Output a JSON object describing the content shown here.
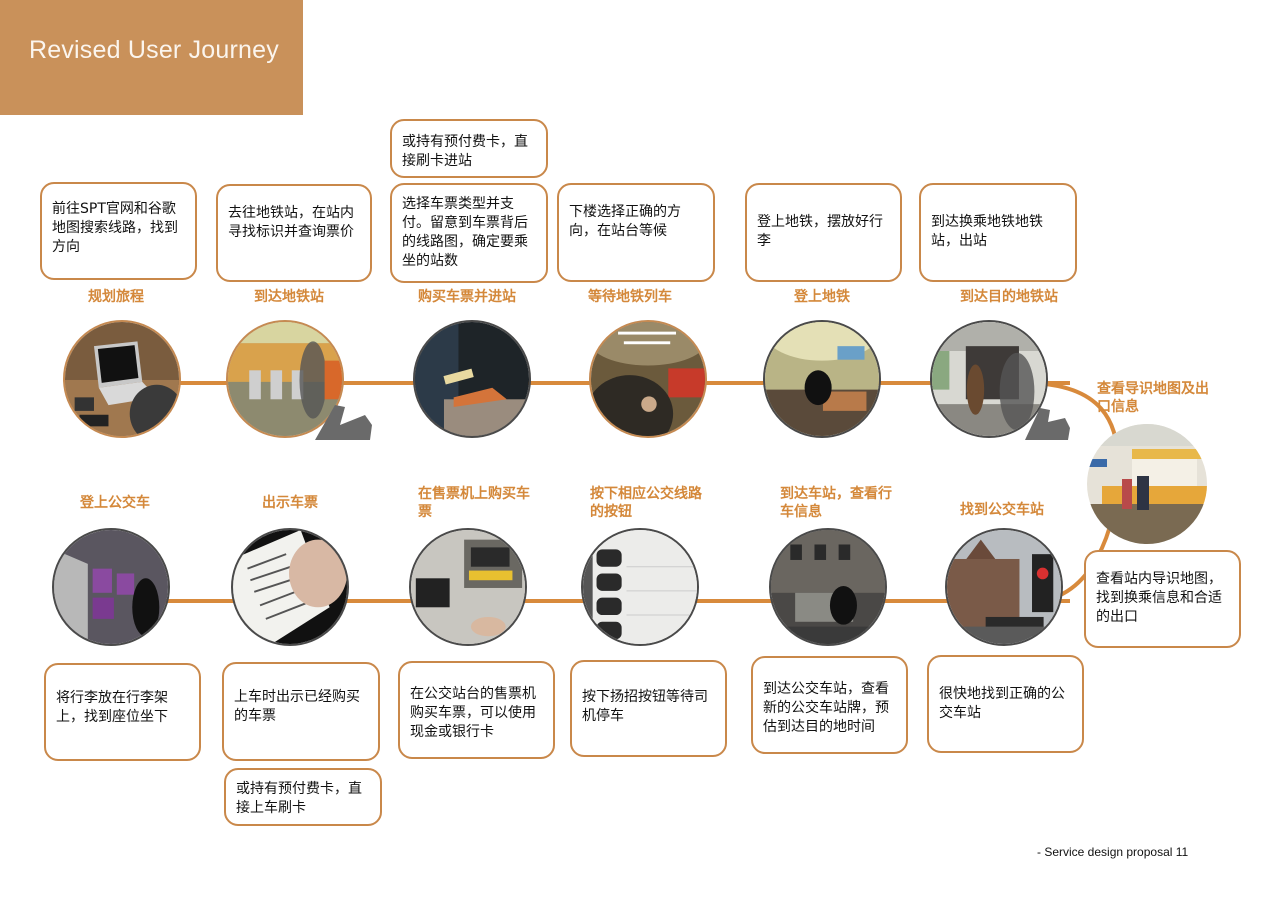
{
  "header": {
    "title": "Revised User Journey"
  },
  "colors": {
    "accent": "#d88a3c",
    "title_bg": "#c9915a",
    "box_border": "#c9884a",
    "label": "#d4883a"
  },
  "subway_row": {
    "steps": [
      {
        "label": "规划旅程",
        "description": "前往SPT官网和谷歌地图搜索线路，找到方向",
        "image": "laptop-photo-icon"
      },
      {
        "label": "到达地铁站",
        "description": "去往地铁站，在站内寻找标识并查询票价",
        "image": "station-gates-photo-icon"
      },
      {
        "label": "购买车票并进站",
        "description": "选择车票类型并支付。留意到车票背后的线路图，确定要乘坐的站数",
        "extra": "或持有预付费卡，直接刷卡进站",
        "image": "ticket-gate-photo-icon"
      },
      {
        "label": "等待地铁列车",
        "description": "下楼选择正确的方向，在站台等候",
        "image": "platform-photo-icon"
      },
      {
        "label": "登上地铁",
        "description": "登上地铁，摆放好行李",
        "image": "train-interior-photo-icon"
      },
      {
        "label": "到达目的地铁站",
        "description": "到达换乘地铁地铁站，出站",
        "image": "station-exit-photo-icon"
      }
    ]
  },
  "transfer_step": {
    "label": "查看导识地图及出口信息",
    "description": "查看站内导识地图，找到换乘信息和合适的出口",
    "image": "information-map-photo-icon"
  },
  "bus_row": {
    "steps": [
      {
        "label": "找到公交车站",
        "description": "很快地找到正确的公交车站",
        "image": "street-photo-icon"
      },
      {
        "label": "到达车站，查看行车信息",
        "description": "到达公交车站，查看新的公交车站牌，预估到达目的地时间",
        "image": "bus-stop-photo-icon"
      },
      {
        "label": "按下相应公交线路的按钮",
        "description": "按下扬招按钮等待司机停车",
        "image": "buttons-photo-icon"
      },
      {
        "label": "在售票机上购买车票",
        "description": "在公交站台的售票机购买车票，可以使用现金或银行卡",
        "image": "ticket-machine-photo-icon"
      },
      {
        "label": "出示车票",
        "description": "上车时出示已经购买的车票",
        "extra": "或持有预付费卡，直接上车刷卡",
        "image": "ticket-receipt-photo-icon"
      },
      {
        "label": "登上公交车",
        "description": "将行李放在行李架上，找到座位坐下",
        "image": "bus-interior-photo-icon"
      }
    ]
  },
  "footer": {
    "text": "- Service design proposal 11"
  }
}
